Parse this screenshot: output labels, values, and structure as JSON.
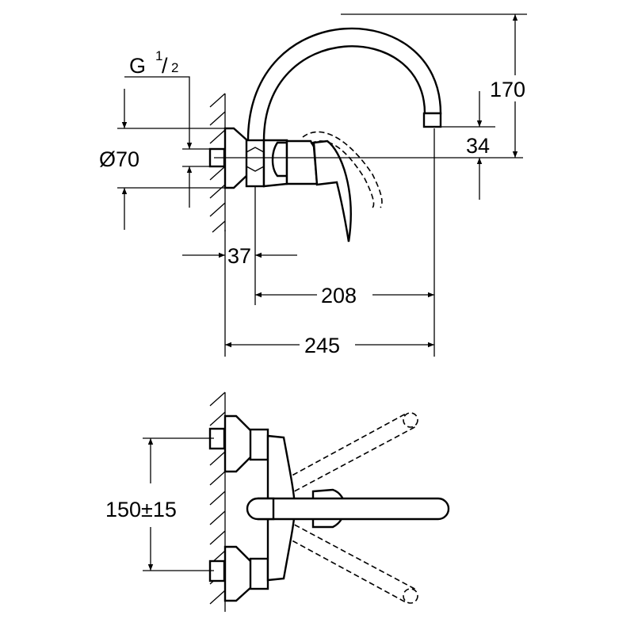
{
  "title": "Wall-mounted single-lever sink mixer dimension drawing",
  "side_view": {
    "thread_label": "G",
    "thread_fraction_num": "1",
    "thread_fraction_den": "2",
    "escutcheon_diameter": "Ø70",
    "wall_to_body": "37",
    "body_to_spout": "208",
    "wall_to_spout": "245",
    "spout_height": "170",
    "spout_outlet_height": "34"
  },
  "top_view": {
    "inlet_centres": "150±15"
  },
  "colors": {
    "line": "#000000",
    "background": "#ffffff"
  }
}
